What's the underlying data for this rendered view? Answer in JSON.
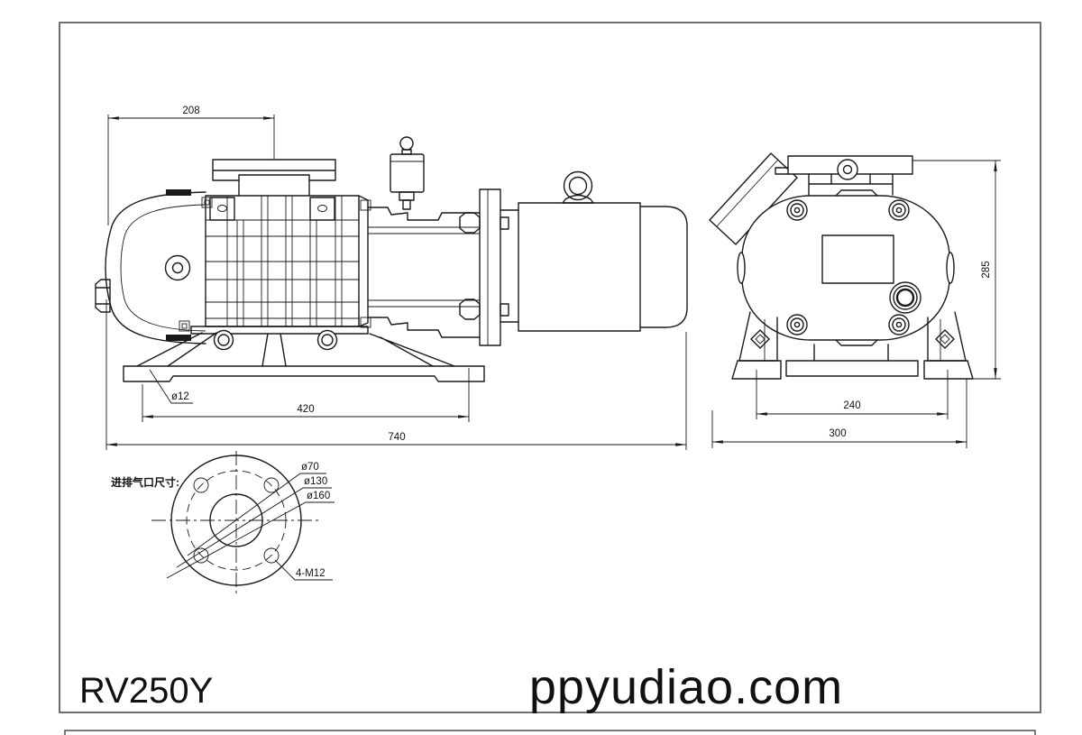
{
  "colors": {
    "line": "#1a1a1a",
    "frame": "#6f6f6f",
    "background": "#ffffff"
  },
  "drawing": {
    "side_view": {
      "dim_top": "208",
      "dim_hole": "ø12",
      "dim_base": "420",
      "dim_overall": "740"
    },
    "end_view": {
      "dim_height": "285",
      "dim_feet": "240",
      "dim_overall": "300"
    },
    "flange_detail": {
      "label": "进排气口尺寸:",
      "dim_bore": "ø70",
      "dim_bolt_circle": "ø130",
      "dim_outer": "ø160",
      "dim_bolt_spec": "4-M12"
    }
  },
  "footer": {
    "model": "RV250Y",
    "watermark": "ppyudiao.com"
  }
}
